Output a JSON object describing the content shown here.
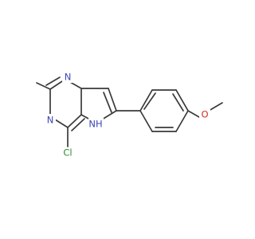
{
  "molecule": {
    "atoms": {
      "n_top": "N",
      "n_bottom": "N",
      "o": "O",
      "cl": "Cl",
      "nh": "NH"
    },
    "colors": {
      "bond": "#3a3a3a",
      "nitrogen": "#3d46b8",
      "oxygen": "#d62d20",
      "chlorine": "#2f8b2f"
    }
  }
}
